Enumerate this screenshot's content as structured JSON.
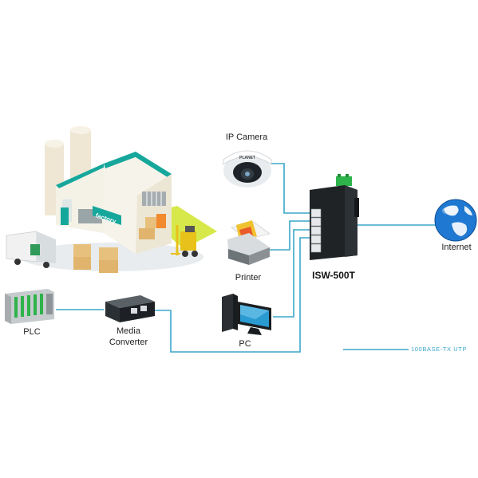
{
  "labels": {
    "ip_camera": "IP Camera",
    "printer": "Printer",
    "pc": "PC",
    "switch": "ISW-500T",
    "internet": "Internet",
    "plc": "PLC",
    "media_converter_line1": "Media",
    "media_converter_line2": "Converter",
    "factory_sign": "factory",
    "camera_brand": "PLANET"
  },
  "legend": {
    "label": "100BASE-TX UTP",
    "color": "#3aa7c9"
  },
  "colors": {
    "cable": "#3aa7c9",
    "switch_body": "#1f2326",
    "switch_terminal": "#2db34a",
    "globe": "#1f78d1",
    "factory_accent": "#16a79c",
    "forklift": "#e8c11a",
    "grass": "#d7e84a"
  }
}
